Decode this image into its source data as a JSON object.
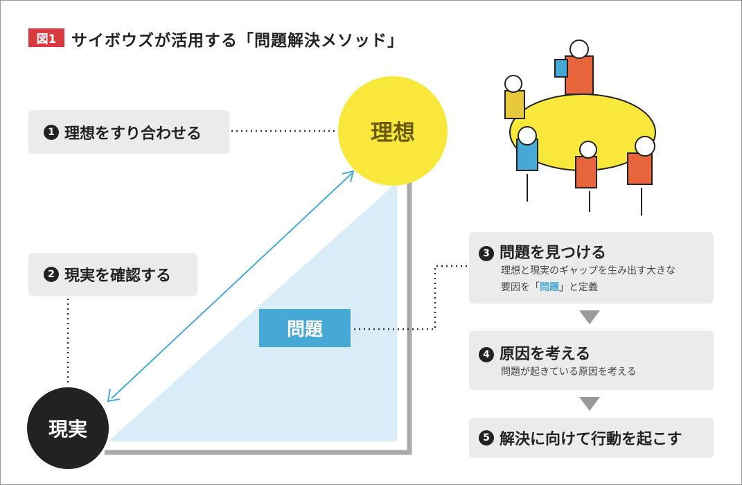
{
  "figure": {
    "badge": "図1",
    "title": "サイボウズが活用する「問題解決メソッド」"
  },
  "nodes": {
    "ideal": "理想",
    "reality": "現実",
    "problem": "問題"
  },
  "steps": [
    {
      "num": "1",
      "label": "理想をすり合わせる"
    },
    {
      "num": "2",
      "label": "現実を確認する"
    },
    {
      "num": "3",
      "label": "問題を見つける",
      "desc_line1": "理想と現実のギャップを生み出す大きな",
      "desc_pre": "要因を「",
      "desc_highlight": "問題",
      "desc_post": "」と定義"
    },
    {
      "num": "4",
      "label": "原因を考える",
      "desc": "問題が起きている原因を考える"
    },
    {
      "num": "5",
      "label": "解決に向けて行動を起こす"
    }
  ],
  "colors": {
    "accent_red": "#d83a3f",
    "ideal_yellow": "#f8e83c",
    "problem_blue": "#46a8d5",
    "gap_fill": "#d9edf9"
  }
}
